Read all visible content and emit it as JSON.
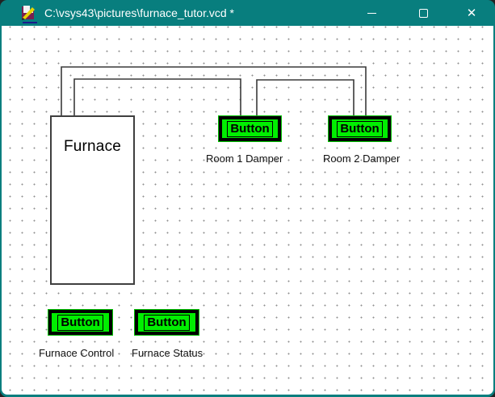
{
  "colors": {
    "titlebar": "#087e7e",
    "canvas_bg": "#ffffff",
    "button_fill": "#00ee00",
    "wire": "#3a3a3a",
    "text": "#000000"
  },
  "window": {
    "title": "C:\\vsys43\\pictures\\furnace_tutor.vcd *",
    "app_icon": "drawing-document-icon",
    "controls": {
      "minimize": "minimize-icon",
      "maximize": "maximize-icon",
      "close": "close-icon",
      "close_glyph": "✕"
    }
  },
  "canvas": {
    "furnace_label": "Furnace",
    "buttons": [
      {
        "label": "Button",
        "caption": "Room 1 Damper"
      },
      {
        "label": "Button",
        "caption": "Room 2 Damper"
      },
      {
        "label": "Button",
        "caption": "Furnace Control"
      },
      {
        "label": "Button",
        "caption": "Furnace Status"
      }
    ]
  }
}
